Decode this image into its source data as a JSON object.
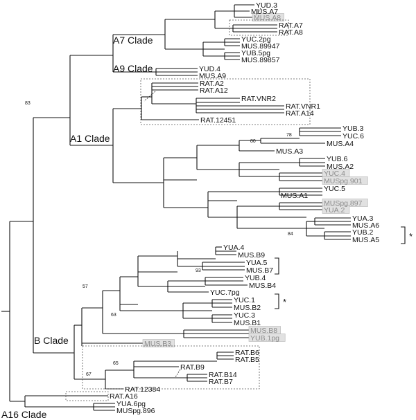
{
  "tree": {
    "clades": [
      "A7 Clade",
      "A9 Clade",
      "A1 Clade",
      "B Clade",
      "A16 Clade"
    ],
    "leaves": [
      {
        "label": "YUD.3",
        "shaded": false
      },
      {
        "label": "MUS.A7",
        "shaded": false
      },
      {
        "label": "MUS.A8",
        "shaded": true
      },
      {
        "label": "RAT.A7",
        "shaded": false
      },
      {
        "label": "RAT.A8",
        "shaded": false
      },
      {
        "label": "YUC.2pg",
        "shaded": false
      },
      {
        "label": "MUS.89947",
        "shaded": false
      },
      {
        "label": "YUB.5pg",
        "shaded": false
      },
      {
        "label": "MUS.89857",
        "shaded": false
      },
      {
        "label": "YUD.4",
        "shaded": false
      },
      {
        "label": "MUS.A9",
        "shaded": false
      },
      {
        "label": "RAT.A2",
        "shaded": false
      },
      {
        "label": "RAT.A12",
        "shaded": false
      },
      {
        "label": "RAT.VNR2",
        "shaded": false
      },
      {
        "label": "RAT.VNR1",
        "shaded": false
      },
      {
        "label": "RAT.A14",
        "shaded": false
      },
      {
        "label": "RAT.12451",
        "shaded": false
      },
      {
        "label": "YUB.3",
        "shaded": false
      },
      {
        "label": "YUC.6",
        "shaded": false
      },
      {
        "label": "MUS.A4",
        "shaded": false
      },
      {
        "label": "MUS.A3",
        "shaded": false
      },
      {
        "label": "YUB.6",
        "shaded": false
      },
      {
        "label": "MUS.A2",
        "shaded": false
      },
      {
        "label": "YUC.4",
        "shaded": true
      },
      {
        "label": "MUSpg.901",
        "shaded": true
      },
      {
        "label": "YUC.5",
        "shaded": false
      },
      {
        "label": "MUS.A1",
        "shaded": false
      },
      {
        "label": "MUSpg.897",
        "shaded": true
      },
      {
        "label": "YUA.2",
        "shaded": true
      },
      {
        "label": "YUA.3",
        "shaded": false
      },
      {
        "label": "MUS.A6",
        "shaded": false
      },
      {
        "label": "YUB.2",
        "shaded": false
      },
      {
        "label": "MUS.A5",
        "shaded": false
      },
      {
        "label": "YUA.4",
        "shaded": false
      },
      {
        "label": "MUS.B9",
        "shaded": false
      },
      {
        "label": "YUA.5",
        "shaded": false
      },
      {
        "label": "MUS.B7",
        "shaded": false
      },
      {
        "label": "YUB.4",
        "shaded": false
      },
      {
        "label": "MUS.B4",
        "shaded": false
      },
      {
        "label": "YUC.7pg",
        "shaded": false
      },
      {
        "label": "YUC.1",
        "shaded": false
      },
      {
        "label": "MUS.B2",
        "shaded": false
      },
      {
        "label": "YUC.3",
        "shaded": false
      },
      {
        "label": "MUS.B1",
        "shaded": false
      },
      {
        "label": "MUS.B8",
        "shaded": true
      },
      {
        "label": "YUB.1pg",
        "shaded": true
      },
      {
        "label": "MUS.B3",
        "shaded": true
      },
      {
        "label": "RAT.B6",
        "shaded": false
      },
      {
        "label": "RAT.B5",
        "shaded": false
      },
      {
        "label": "RAT.B9",
        "shaded": false
      },
      {
        "label": "RAT.B14",
        "shaded": false
      },
      {
        "label": "RAT.B7",
        "shaded": false
      },
      {
        "label": "RAT.12384",
        "shaded": false
      },
      {
        "label": "RAT.A16",
        "shaded": false
      },
      {
        "label": "YUA.6pg",
        "shaded": false
      },
      {
        "label": "MUSpg.896",
        "shaded": false
      }
    ],
    "bootstrap": [
      "83",
      "78",
      "80",
      "84",
      "93",
      "57",
      "63",
      "65",
      "67"
    ],
    "markers": [
      "*",
      "*"
    ],
    "highlight_color": "#e1e1e1",
    "shaded_text_color": "#8c8c8c"
  }
}
